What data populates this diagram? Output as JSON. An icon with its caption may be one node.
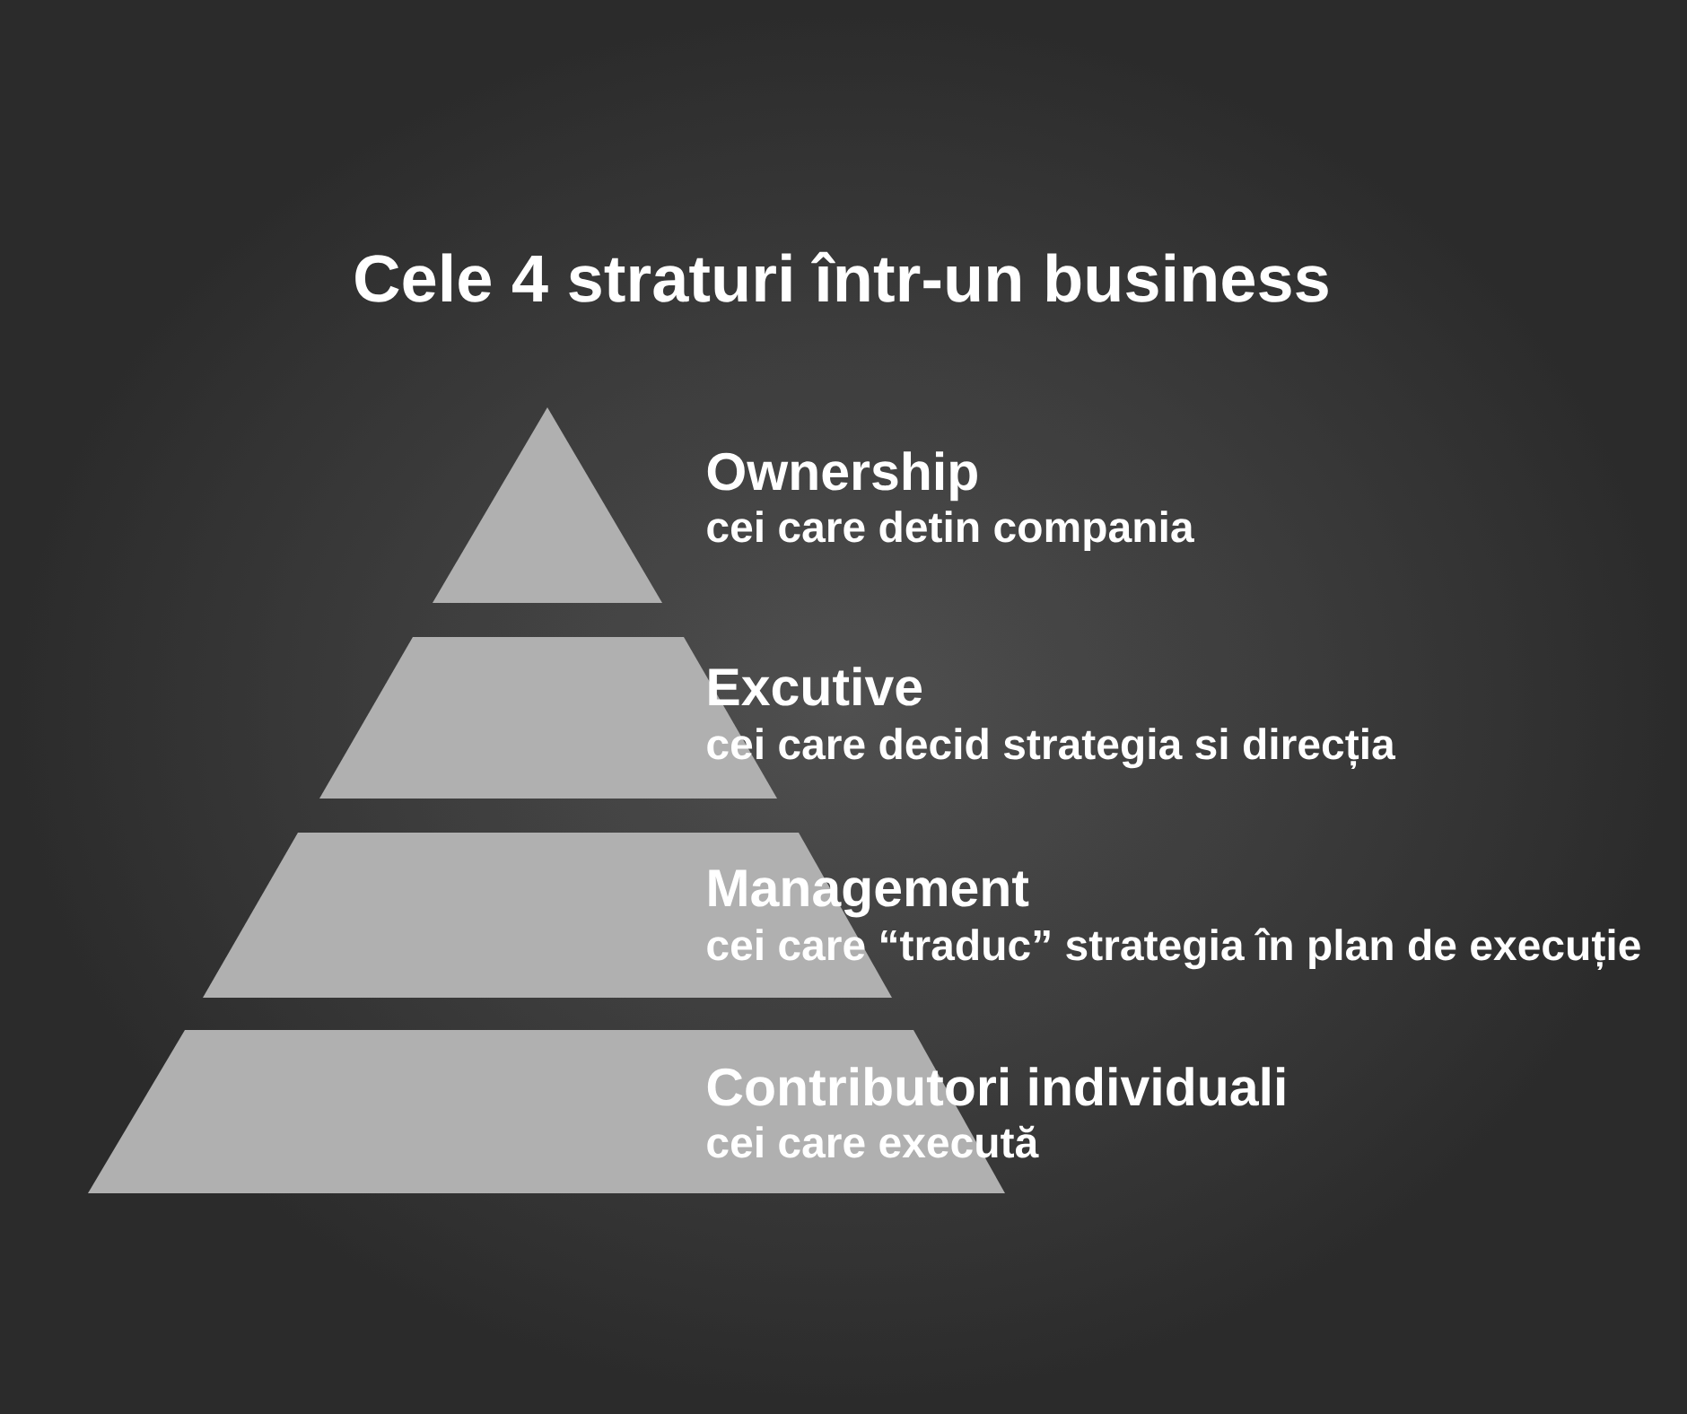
{
  "diagram": {
    "title": "Cele 4 straturi într-un business",
    "nodes": [
      {
        "text": [
          "Ownership",
          "cei care detin compania"
        ]
      },
      {
        "text": [
          "Excutive",
          "cei care decid strategia si direcția"
        ]
      },
      {
        "text": [
          "Management",
          "cei care “traduc” strategia în plan de execuție"
        ]
      },
      {
        "text": [
          "Contributori individuali",
          "cei care execută"
        ]
      }
    ]
  }
}
